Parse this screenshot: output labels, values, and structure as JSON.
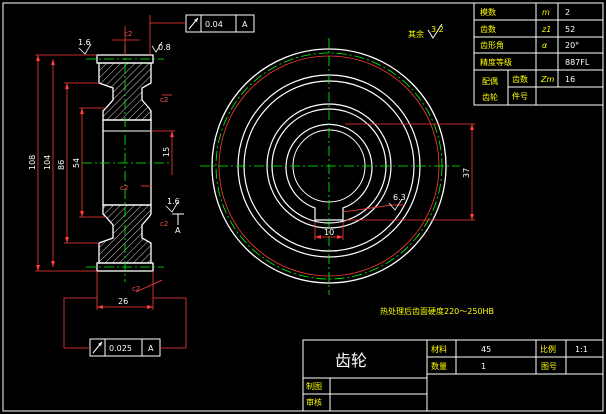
{
  "colors": {
    "background": "#000000",
    "outline": "#ffffff",
    "dimension": "#ff3b3b",
    "centerline": "#00ff00",
    "hatch": "#ffffff",
    "note_text": "#ffff00",
    "title_text": "#ffffff"
  },
  "gear_params": {
    "rows": [
      {
        "label": "模数",
        "symbol": "m",
        "value": "2"
      },
      {
        "label": "齿数",
        "symbol": "z1",
        "value": "52"
      },
      {
        "label": "齿形角",
        "symbol": "α",
        "value": "20°"
      },
      {
        "label": "精度等级",
        "symbol": "",
        "value": "887FL"
      }
    ],
    "mating_label_1": "配偶",
    "mating_label_2": "齿轮",
    "mating_teeth_label": "齿数",
    "mating_teeth_symbol": "Zm",
    "mating_teeth_value": "16",
    "part_no_label": "件号"
  },
  "title_block": {
    "name": "齿轮",
    "material_label": "材料",
    "material_value": "45",
    "scale_label": "比例",
    "scale_value": "1:1",
    "quantity_label": "数量",
    "quantity_value": "1",
    "drawing_no_label": "图号",
    "drawn_by_label": "制图",
    "checked_by_label": "审核"
  },
  "notes": {
    "heat_treatment": "热处理后齿面硬度220～250HB",
    "remaining_roughness": "其余",
    "roughness_main": "3.2"
  },
  "section_view": {
    "tolerance_top_value": "0.04",
    "tolerance_top_datum": "A",
    "tolerance_bottom_value": "0.025",
    "tolerance_bottom_datum": "A",
    "chamfer": "c2",
    "roughness_a": "1.6",
    "roughness_b": "0.8",
    "roughness_c": "1.6",
    "dim_108": "108",
    "dim_104": "104",
    "dim_86": "86",
    "dim_54": "54",
    "dim_15": "15",
    "dim_26": "26",
    "datum_label": "A"
  },
  "front_view": {
    "dim_37": "37",
    "dim_10": "10",
    "roughness_keyway": "6.3"
  }
}
